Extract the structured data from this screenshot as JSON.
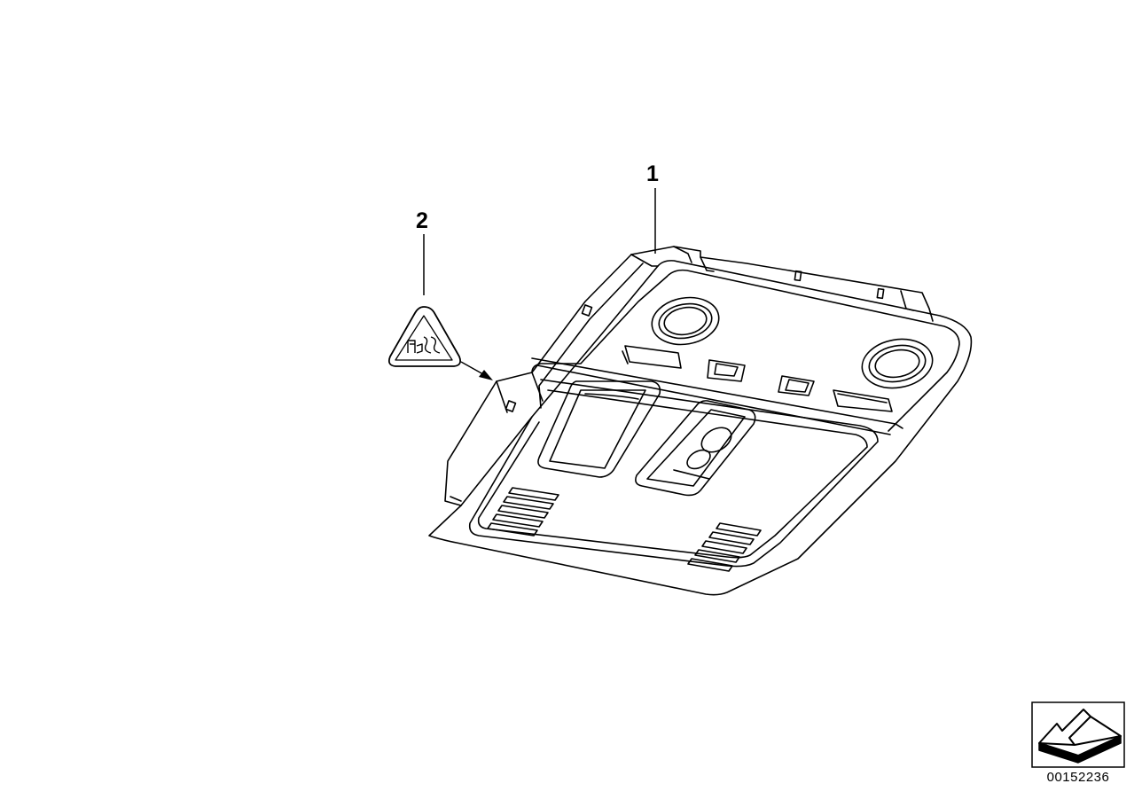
{
  "diagram": {
    "callouts": [
      {
        "id": "1",
        "label": "1"
      },
      {
        "id": "2",
        "label": "2"
      }
    ],
    "document_number": "00152236",
    "orientation_icon": "direction-arrow-icon",
    "parts": [
      "interior-light-unit",
      "warning-triangle-sticker"
    ]
  }
}
